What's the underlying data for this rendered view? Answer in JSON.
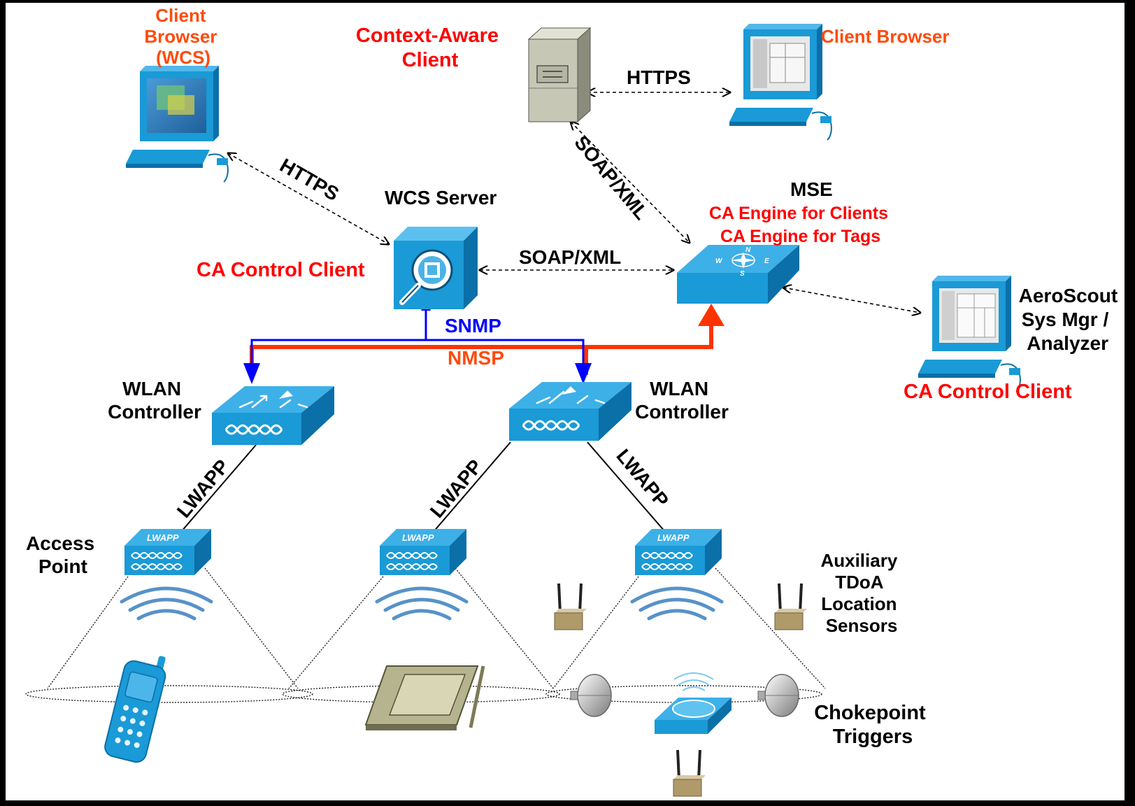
{
  "labels": {
    "client_browser_wcs": [
      "Client",
      "Browser",
      "(WCS)"
    ],
    "context_aware_client": [
      "Context-Aware",
      "Client"
    ],
    "client_browser": "Client Browser",
    "https_top": "HTTPS",
    "https_left": "HTTPS",
    "soap_xml_diag": "SOAP/XML",
    "wcs_server": "WCS Server",
    "mse": "MSE",
    "ca_engine_clients": "CA Engine for Clients",
    "ca_engine_tags": "CA Engine for Tags",
    "ca_control_client_left": "CA Control Client",
    "soap_xml_mid": "SOAP/XML",
    "aeroscout": [
      "AeroScout",
      "Sys Mgr /",
      "Analyzer"
    ],
    "ca_control_client_right": "CA Control Client",
    "snmp": "SNMP",
    "nmsp": "NMSP",
    "wlan_left": [
      "WLAN",
      "Controller"
    ],
    "wlan_right": [
      "WLAN",
      "Controller"
    ],
    "lwapp_left": "LWAPP",
    "lwapp_mid": "LWAPP",
    "lwapp_right": "LWAPP",
    "access_point": [
      "Access",
      "Point"
    ],
    "ap_badge": "LWAPP",
    "auxiliary": [
      "Auxiliary",
      "TDoA",
      "Location",
      "Sensors"
    ],
    "chokepoint": [
      "Chokepoint",
      "Triggers"
    ],
    "compass": [
      "N",
      "E",
      "S",
      "W"
    ]
  },
  "colors": {
    "red_label": "#ff0000",
    "orange_label": "#ff4b0c",
    "snmp_blue": "#0000ff",
    "nmsp_red": "#ff3300",
    "cisco_blue": "#1a9ad6",
    "cisco_dark": "#0b6fa8",
    "background": "#ffffff"
  }
}
